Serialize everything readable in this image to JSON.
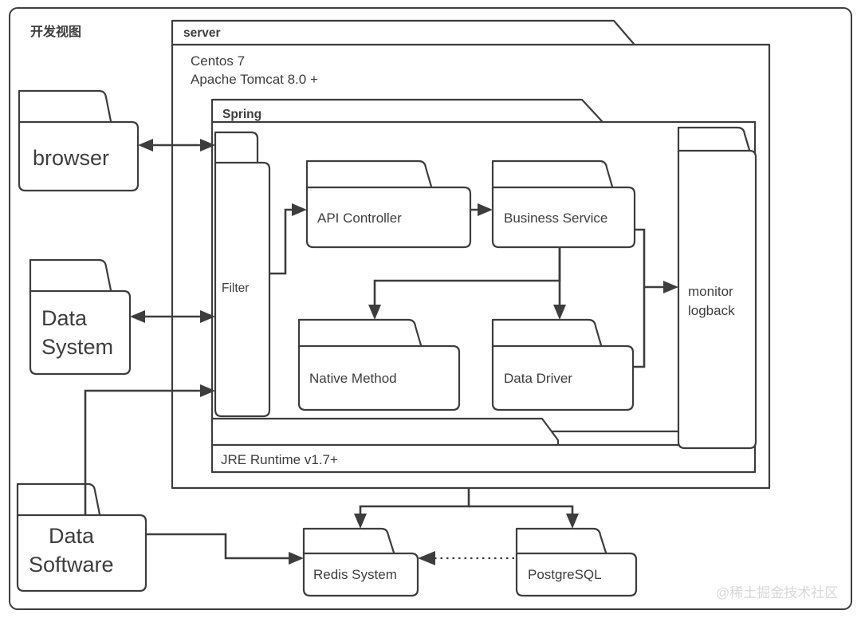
{
  "diagram": {
    "title": "开发视图",
    "watermark": "@稀土掘金技术社区",
    "colors": {
      "stroke": "#3d3d3d",
      "background": "#ffffff",
      "watermark": "#d8d8d8"
    },
    "containers": {
      "server": {
        "tab_label": "server",
        "body_lines": [
          "Centos 7",
          "Apache Tomcat 8.0 +"
        ]
      },
      "spring": {
        "tab_label": "Spring"
      },
      "jre": {
        "label": "JRE Runtime v1.7+"
      }
    },
    "nodes": {
      "browser": {
        "label": "browser"
      },
      "data_system": {
        "line1": "Data",
        "line2": "System"
      },
      "data_software": {
        "line1": "Data",
        "line2": "Software"
      },
      "filter": {
        "label": "Filter"
      },
      "api_controller": {
        "label": "API Controller"
      },
      "business_service": {
        "label": "Business Service"
      },
      "native_method": {
        "label": "Native Method"
      },
      "data_driver": {
        "label": "Data Driver"
      },
      "monitor": {
        "line1": "monitor",
        "line2": "logback"
      },
      "redis": {
        "label": "Redis System"
      },
      "postgresql": {
        "label": "PostgreSQL"
      }
    },
    "connections": [
      {
        "from": "browser",
        "to": "filter",
        "style": "bidirectional"
      },
      {
        "from": "data_system",
        "to": "filter",
        "style": "bidirectional"
      },
      {
        "from": "data_software",
        "to": "filter",
        "style": "arrow"
      },
      {
        "from": "filter",
        "to": "api_controller",
        "style": "arrow"
      },
      {
        "from": "api_controller",
        "to": "business_service",
        "style": "arrow"
      },
      {
        "from": "business_service",
        "to": "native_method",
        "style": "arrow"
      },
      {
        "from": "business_service",
        "to": "data_driver",
        "style": "arrow"
      },
      {
        "from": "business_service",
        "to": "monitor",
        "style": "arrow"
      },
      {
        "from": "data_driver",
        "to": "monitor",
        "style": "arrow"
      },
      {
        "from": "server",
        "to": "redis",
        "style": "arrow"
      },
      {
        "from": "server",
        "to": "postgresql",
        "style": "arrow"
      },
      {
        "from": "data_software",
        "to": "redis",
        "style": "arrow"
      },
      {
        "from": "postgresql",
        "to": "redis",
        "style": "dotted-arrow"
      }
    ]
  }
}
